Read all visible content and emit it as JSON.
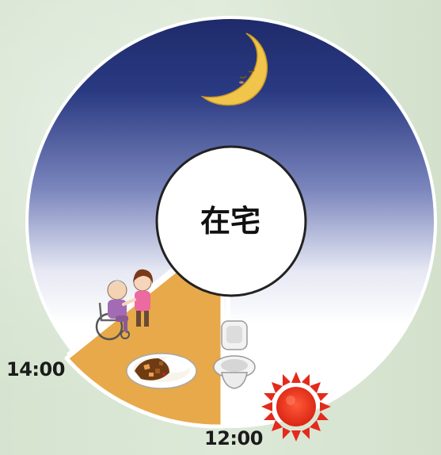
{
  "center_label": "在宅",
  "time_labels": {
    "left": "14:00",
    "bottom": "12:00"
  },
  "colors": {
    "night_top": "#1e2a6a",
    "night_bottom": "#ffffff",
    "care_segment": "#e8a94a",
    "moon": "#f1c54b",
    "sun": "#e42a1b"
  },
  "icons": [
    "crescent-moon-icon",
    "sun-icon",
    "toilet-icon",
    "curry-rice-icon",
    "wheelchair-caregiver-icon"
  ]
}
